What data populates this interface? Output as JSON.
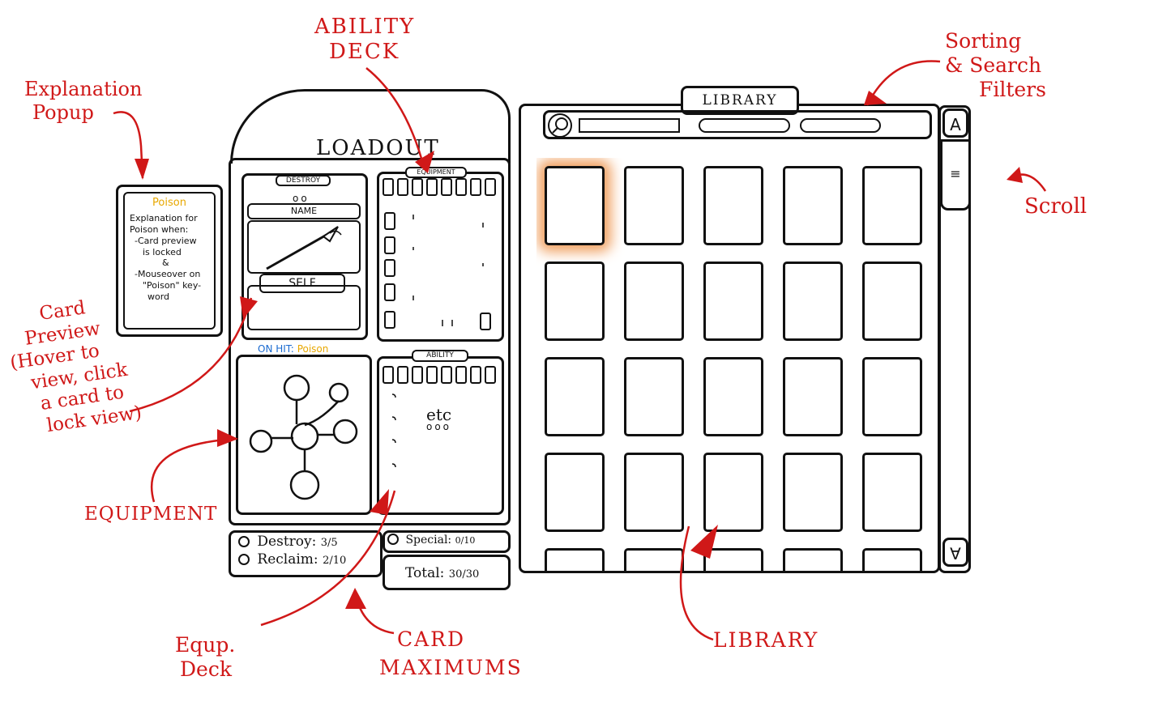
{
  "annotations": {
    "explanation_popup": [
      "Explanation",
      "Popup"
    ],
    "ability_deck": [
      "ABILITY",
      "DECK"
    ],
    "sorting": [
      "Sorting",
      "& Search",
      "Filters"
    ],
    "scroll": "Scroll",
    "card_preview": [
      "Card",
      "Preview",
      "(Hover to",
      "view, click",
      "a card to",
      "lock view)"
    ],
    "equipment": "EQUIPMENT",
    "equip_deck": [
      "Equp.",
      "Deck"
    ],
    "card_maximums": [
      "CARD",
      "MAXIMUMS"
    ],
    "library": "LIBRARY"
  },
  "popup": {
    "title": "Poison",
    "lines": [
      "Explanation for",
      "Poison when:",
      "-Card preview",
      "is locked",
      "&",
      "-Mouseover on",
      "\"Poison\" key-",
      "word"
    ]
  },
  "loadout": {
    "title": "LOADOUT",
    "card": {
      "destroy_label": "DESTROY",
      "name_label": "NAME",
      "target_label": "SELF"
    },
    "on_hit_label": "ON HIT:",
    "on_hit_keyword": "Poison",
    "equipment_tag": "EQUIPMENT",
    "ability_tag": "ABILITY",
    "etc_label": "etc",
    "etc_dots": "ooo"
  },
  "maximums": {
    "destroy": {
      "label": "Destroy:",
      "value": "3/5"
    },
    "reclaim": {
      "label": "Reclaim:",
      "value": "2/10"
    },
    "special": {
      "label": "Special:",
      "value": "0/10"
    },
    "total": {
      "label": "Total:",
      "value": "30/30"
    }
  },
  "library": {
    "title": "LIBRARY",
    "scroll_up_glyph": "A",
    "scroll_thumb_glyph": "≡",
    "scroll_down_glyph": "∀",
    "highlighted_card": 0,
    "card_count": 25
  },
  "colors": {
    "annotation": "#d01818",
    "keyword": "#e8a800",
    "on_hit": "#1a6ad0",
    "highlight": "#f0a060"
  }
}
